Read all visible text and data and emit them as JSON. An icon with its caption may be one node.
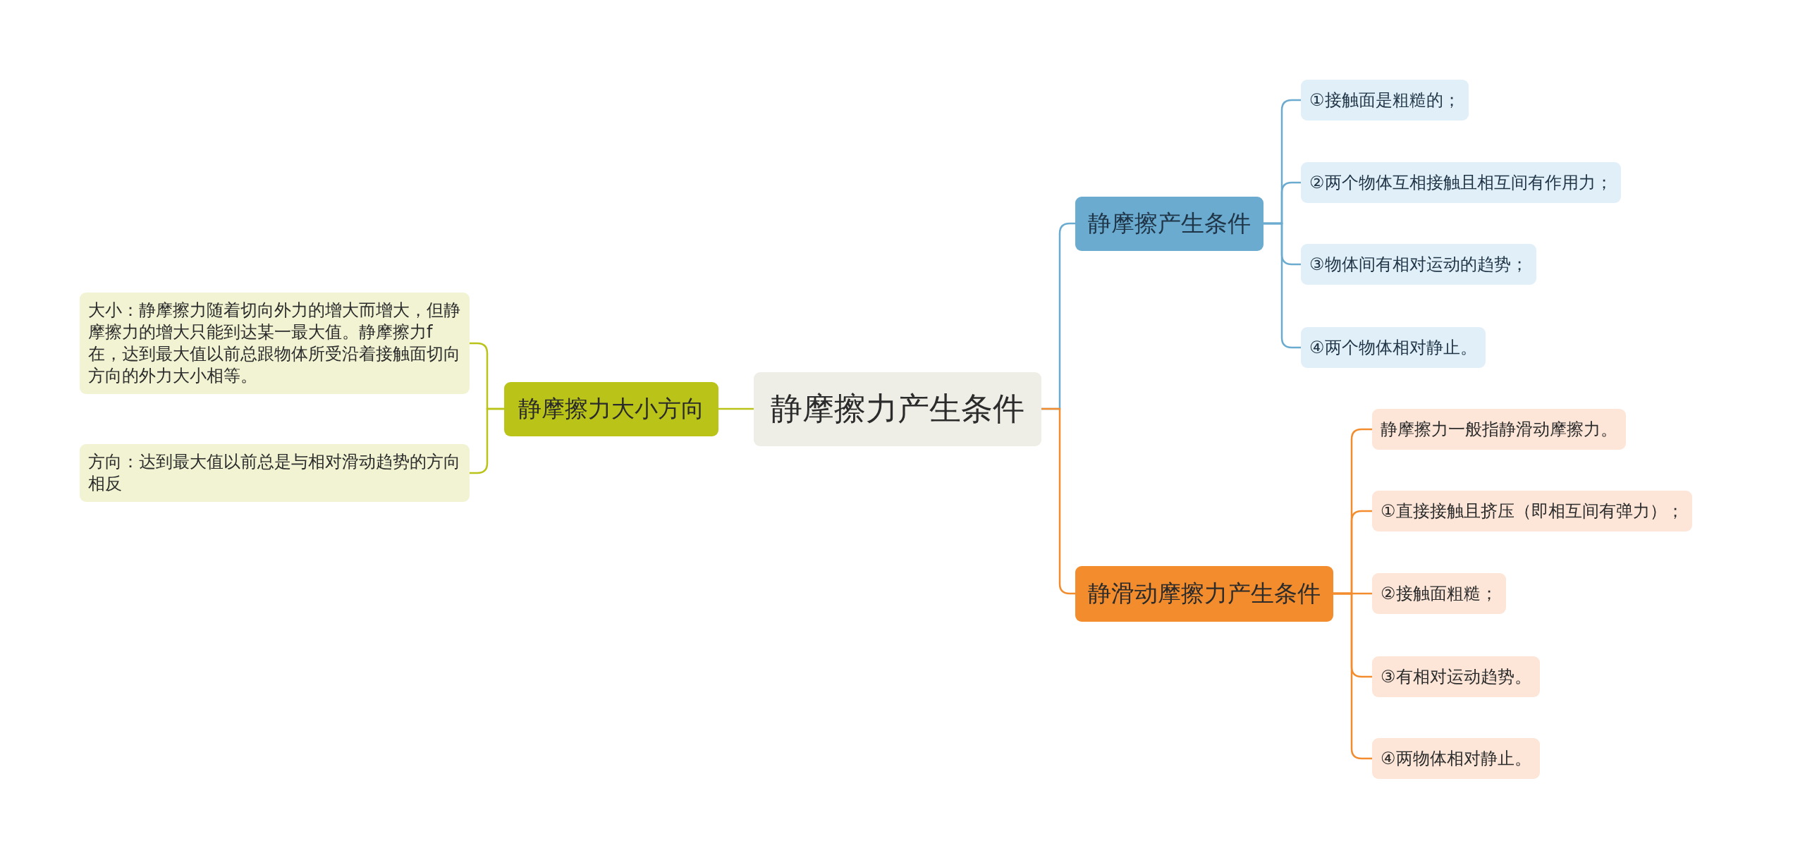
{
  "diagram": {
    "nodes": [
      {
        "text": [
          "静摩擦力产生条件"
        ]
      },
      {
        "text": [
          "静摩擦力大小方向"
        ]
      },
      {
        "text": [
          "大小：静摩擦力随着切向外力的增大而增大，但静摩擦力的增大只能到达某一最大值。静摩擦力f在，达到最大值以前总跟物体所受沿着接触面切向方向的外力大小相等。"
        ]
      },
      {
        "text": [
          "方向：达到最大值以前总是与相对滑动趋势的方向相反"
        ]
      },
      {
        "text": [
          "静摩擦产生条件"
        ]
      },
      {
        "text": [
          "①接触面是粗糙的；"
        ]
      },
      {
        "text": [
          "②两个物体互相接触且相互间有作用力；"
        ]
      },
      {
        "text": [
          "③物体间有相对运动的趋势；"
        ]
      },
      {
        "text": [
          "④两个物体相对静止。"
        ]
      },
      {
        "text": [
          "静滑动摩擦力产生条件"
        ]
      },
      {
        "text": [
          "静摩擦力一般指静滑动摩擦力。"
        ]
      },
      {
        "text": [
          "①直接接触且挤压（即相互间有弹力）；"
        ]
      },
      {
        "text": [
          "②接触面粗糙；"
        ]
      },
      {
        "text": [
          "③有相对运动趋势。"
        ]
      },
      {
        "text": [
          "④两物体相对静止。"
        ]
      }
    ],
    "edges": [
      {
        "from": 0,
        "to": 1,
        "arrow": "none",
        "color": "#b9c318"
      },
      {
        "from": 1,
        "to": 2,
        "arrow": "none",
        "color": "#b9c318"
      },
      {
        "from": 1,
        "to": 3,
        "arrow": "none",
        "color": "#b9c318"
      },
      {
        "from": 0,
        "to": 4,
        "arrow": "none",
        "color": "#6aabcf"
      },
      {
        "from": 4,
        "to": 5,
        "arrow": "none",
        "color": "#6aabcf"
      },
      {
        "from": 4,
        "to": 6,
        "arrow": "none",
        "color": "#6aabcf"
      },
      {
        "from": 4,
        "to": 7,
        "arrow": "none",
        "color": "#6aabcf"
      },
      {
        "from": 4,
        "to": 8,
        "arrow": "none",
        "color": "#6aabcf"
      },
      {
        "from": 0,
        "to": 9,
        "arrow": "none"
      },
      {
        "from": 9,
        "to": 10,
        "arrow": "none"
      },
      {
        "from": 9,
        "to": 11,
        "arrow": "none"
      },
      {
        "from": 9,
        "to": 12,
        "arrow": "none"
      },
      {
        "from": 9,
        "to": 13,
        "arrow": "none"
      },
      {
        "from": 9,
        "to": 14,
        "arrow": "none"
      }
    ]
  }
}
